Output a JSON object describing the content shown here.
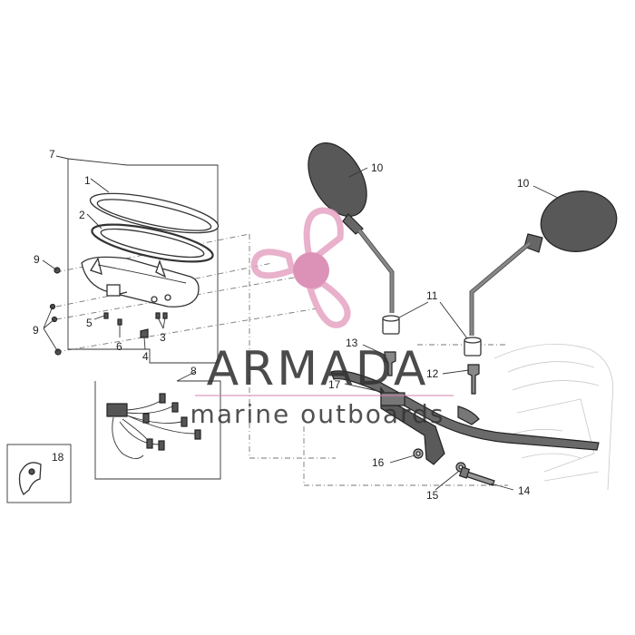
{
  "watermark": {
    "brand": "ARMADA",
    "tagline": "marine outboards",
    "colors": {
      "text": "#333333",
      "logo": "#e7a9c6",
      "logo_center": "#d987b0"
    },
    "logo_icon": "propeller-icon"
  },
  "callouts": [
    "7",
    "1",
    "2",
    "9",
    "9",
    "5",
    "6",
    "3",
    "4",
    "8",
    "18",
    "10",
    "10",
    "11",
    "13",
    "12",
    "17",
    "16",
    "15",
    "14"
  ]
}
